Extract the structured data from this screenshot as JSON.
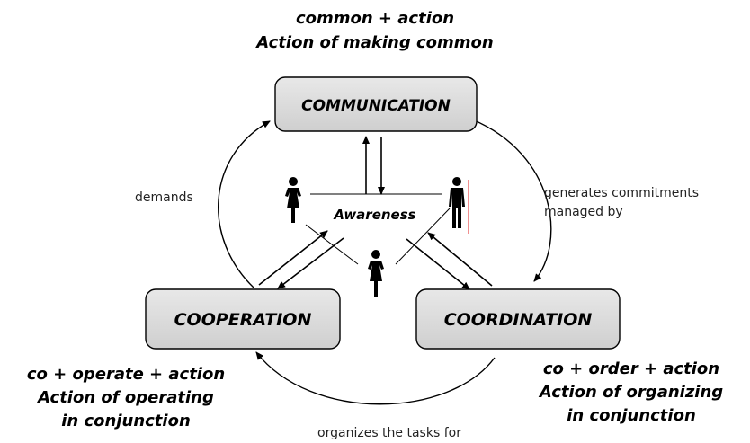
{
  "title_etymology": {
    "line1": "common + action",
    "line2": "Action of making common"
  },
  "boxes": {
    "communication": "COMMUNICATION",
    "cooperation": "COOPERATION",
    "coordination": "COORDINATION"
  },
  "center_label": "Awareness",
  "relations": {
    "demands": "demands",
    "generates_line1": "generates commitments",
    "generates_line2": "managed by",
    "organizes": "organizes the tasks for"
  },
  "cooperation_etymology": {
    "line1": "co + operate + action",
    "line2": "Action of operating",
    "line3": "in conjunction"
  },
  "coordination_etymology": {
    "line1": "co + order + action",
    "line2": "Action of organizing",
    "line3": "in conjunction"
  },
  "icons": [
    "person-woman-icon",
    "person-man-icon",
    "person-woman-icon"
  ],
  "colors": {
    "box_fill": "#d9d9d9",
    "stroke": "#000000"
  }
}
